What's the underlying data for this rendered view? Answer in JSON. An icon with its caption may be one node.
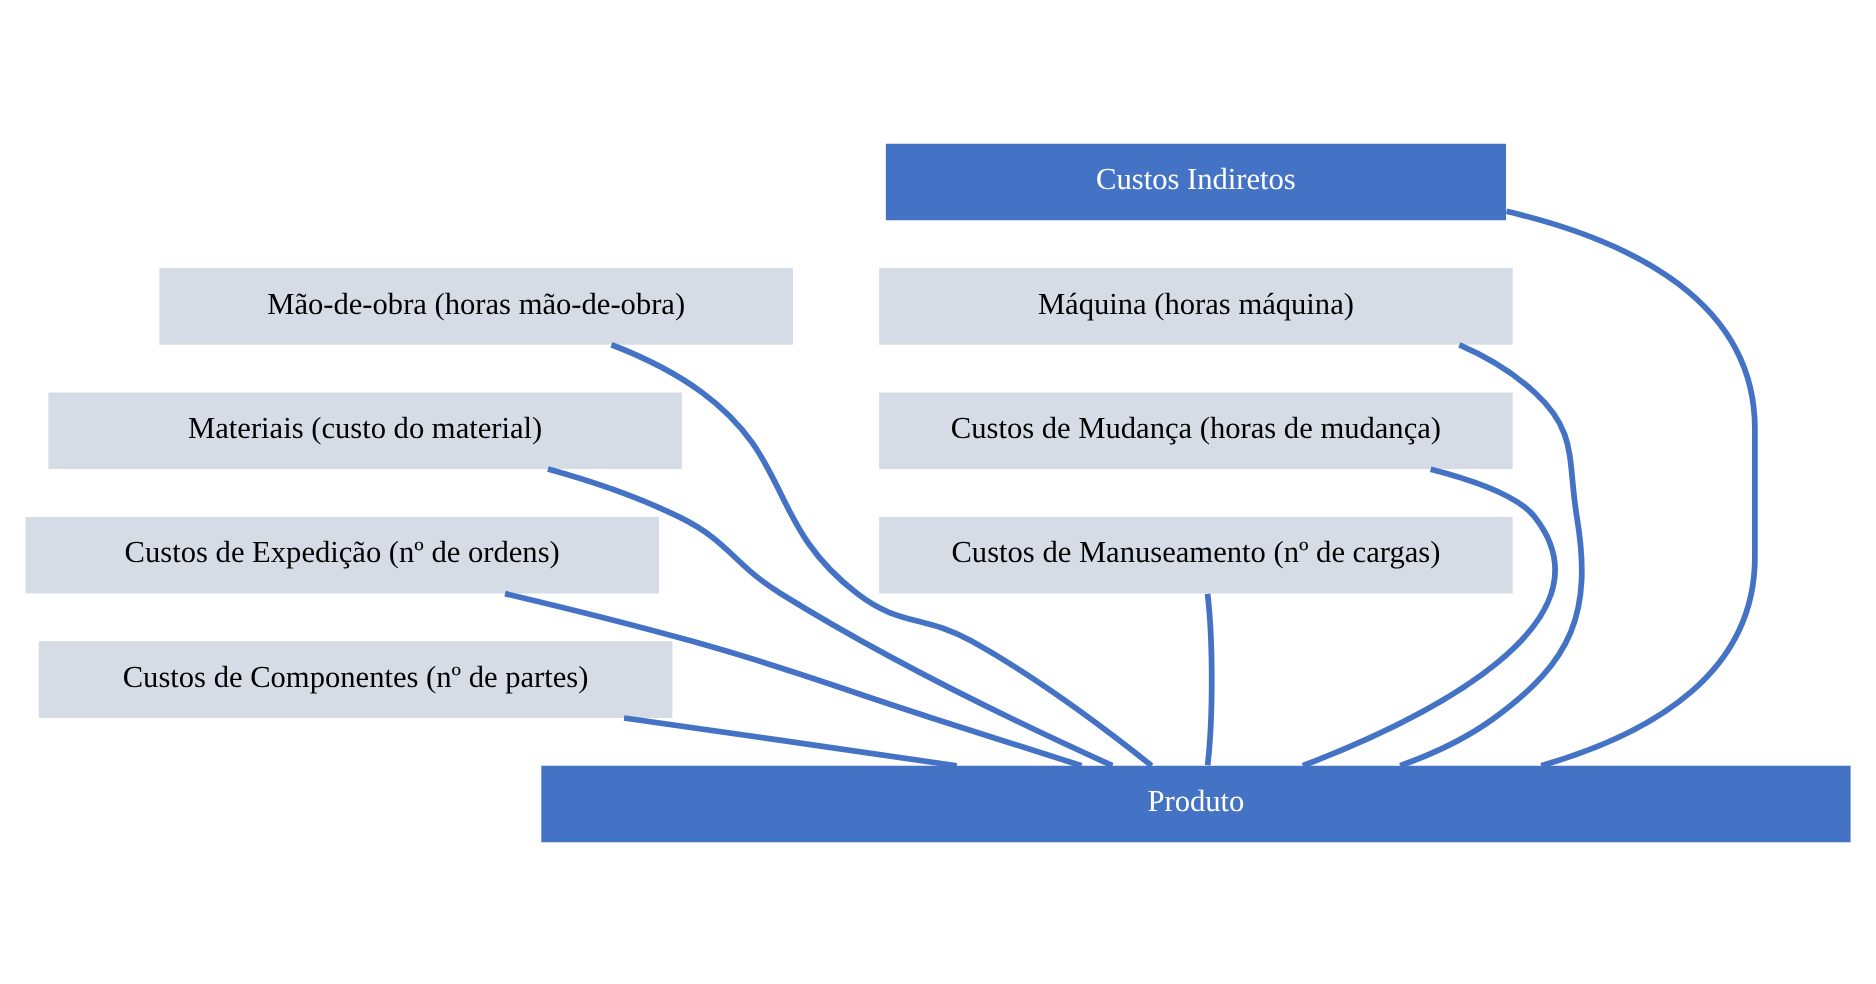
{
  "diagram": {
    "nodes": [
      {
        "text": [
          "Custos Indiretos"
        ]
      },
      {
        "text": [
          "Mão-de-obra (horas mão-de-obra)"
        ]
      },
      {
        "text": [
          "Máquina (horas máquina)"
        ]
      },
      {
        "text": [
          "Materiais (custo do material)"
        ]
      },
      {
        "text": [
          "Custos de Mudança (horas de mudança)"
        ]
      },
      {
        "text": [
          "Custos de Expedição (nº de ordens)"
        ]
      },
      {
        "text": [
          "Custos de Manuseamento (nº de cargas)"
        ]
      },
      {
        "text": [
          "Custos de Componentes (nº de partes)"
        ]
      },
      {
        "text": [
          "Produto"
        ]
      }
    ],
    "edges": [
      {
        "from": 0,
        "to": 8,
        "arrow": "none"
      },
      {
        "from": 1,
        "to": 8,
        "arrow": "none"
      },
      {
        "from": 2,
        "to": 8,
        "arrow": "none"
      },
      {
        "from": 3,
        "to": 8,
        "arrow": "none"
      },
      {
        "from": 4,
        "to": 8,
        "arrow": "none"
      },
      {
        "from": 5,
        "to": 8,
        "arrow": "none"
      },
      {
        "from": 6,
        "to": 8,
        "arrow": "none"
      },
      {
        "from": 7,
        "to": 8,
        "arrow": "none"
      }
    ]
  }
}
